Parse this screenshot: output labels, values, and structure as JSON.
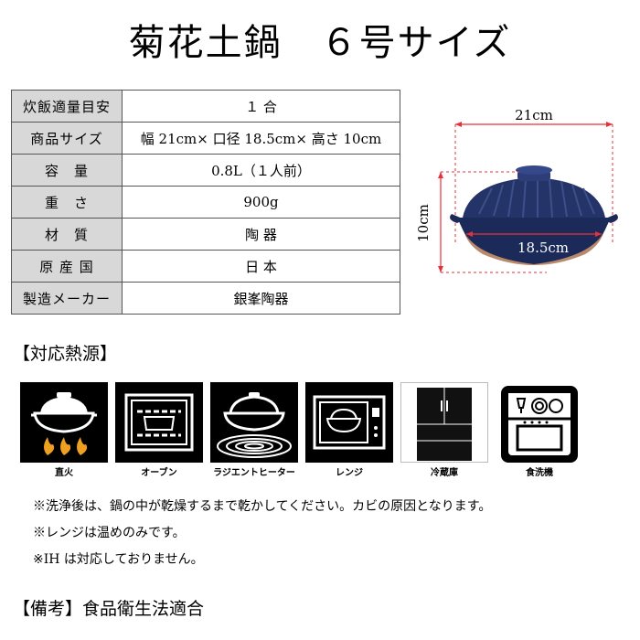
{
  "title": "菊花土鍋　６号サイズ",
  "specs": [
    {
      "key": "炊飯適量目安",
      "value": "１ 合"
    },
    {
      "key": "商品サイズ",
      "value": "幅 21cm× 口径 18.5cm× 高さ 10cm"
    },
    {
      "key": "容　量",
      "value": "0.8L（１人前）"
    },
    {
      "key": "重　さ",
      "value": "900g"
    },
    {
      "key": "材　質",
      "value": "陶 器"
    },
    {
      "key": "原 産 国",
      "value": "日 本"
    },
    {
      "key": "製造メーカー",
      "value": "銀峯陶器"
    }
  ],
  "dimensions": {
    "width": "21cm",
    "height": "10cm",
    "mouth": "18.5cm"
  },
  "heat_title": "【対応熱源】",
  "heat_sources": [
    {
      "label": "直火",
      "icon": "gas-flame-icon"
    },
    {
      "label": "オーブン",
      "icon": "oven-icon"
    },
    {
      "label": "ラジエントヒーター",
      "icon": "radiant-heater-icon"
    },
    {
      "label": "レンジ",
      "icon": "microwave-icon"
    },
    {
      "label": "冷蔵庫",
      "icon": "refrigerator-icon"
    },
    {
      "label": "食洗機",
      "icon": "dishwasher-icon"
    }
  ],
  "notes": [
    "※洗浄後は、鍋の中が乾燥するまで乾かしてください。カビの原因となります。",
    "※レンジは温めのみです。",
    "※IH は対応しておりません。"
  ],
  "remarks": "【備考】食品衛生法適合",
  "colors": {
    "header_bg": "#d8d8d8",
    "pot_navy": "#1c2a5a",
    "dimension_red": "#e8303a",
    "icon_bg": "#000000"
  }
}
